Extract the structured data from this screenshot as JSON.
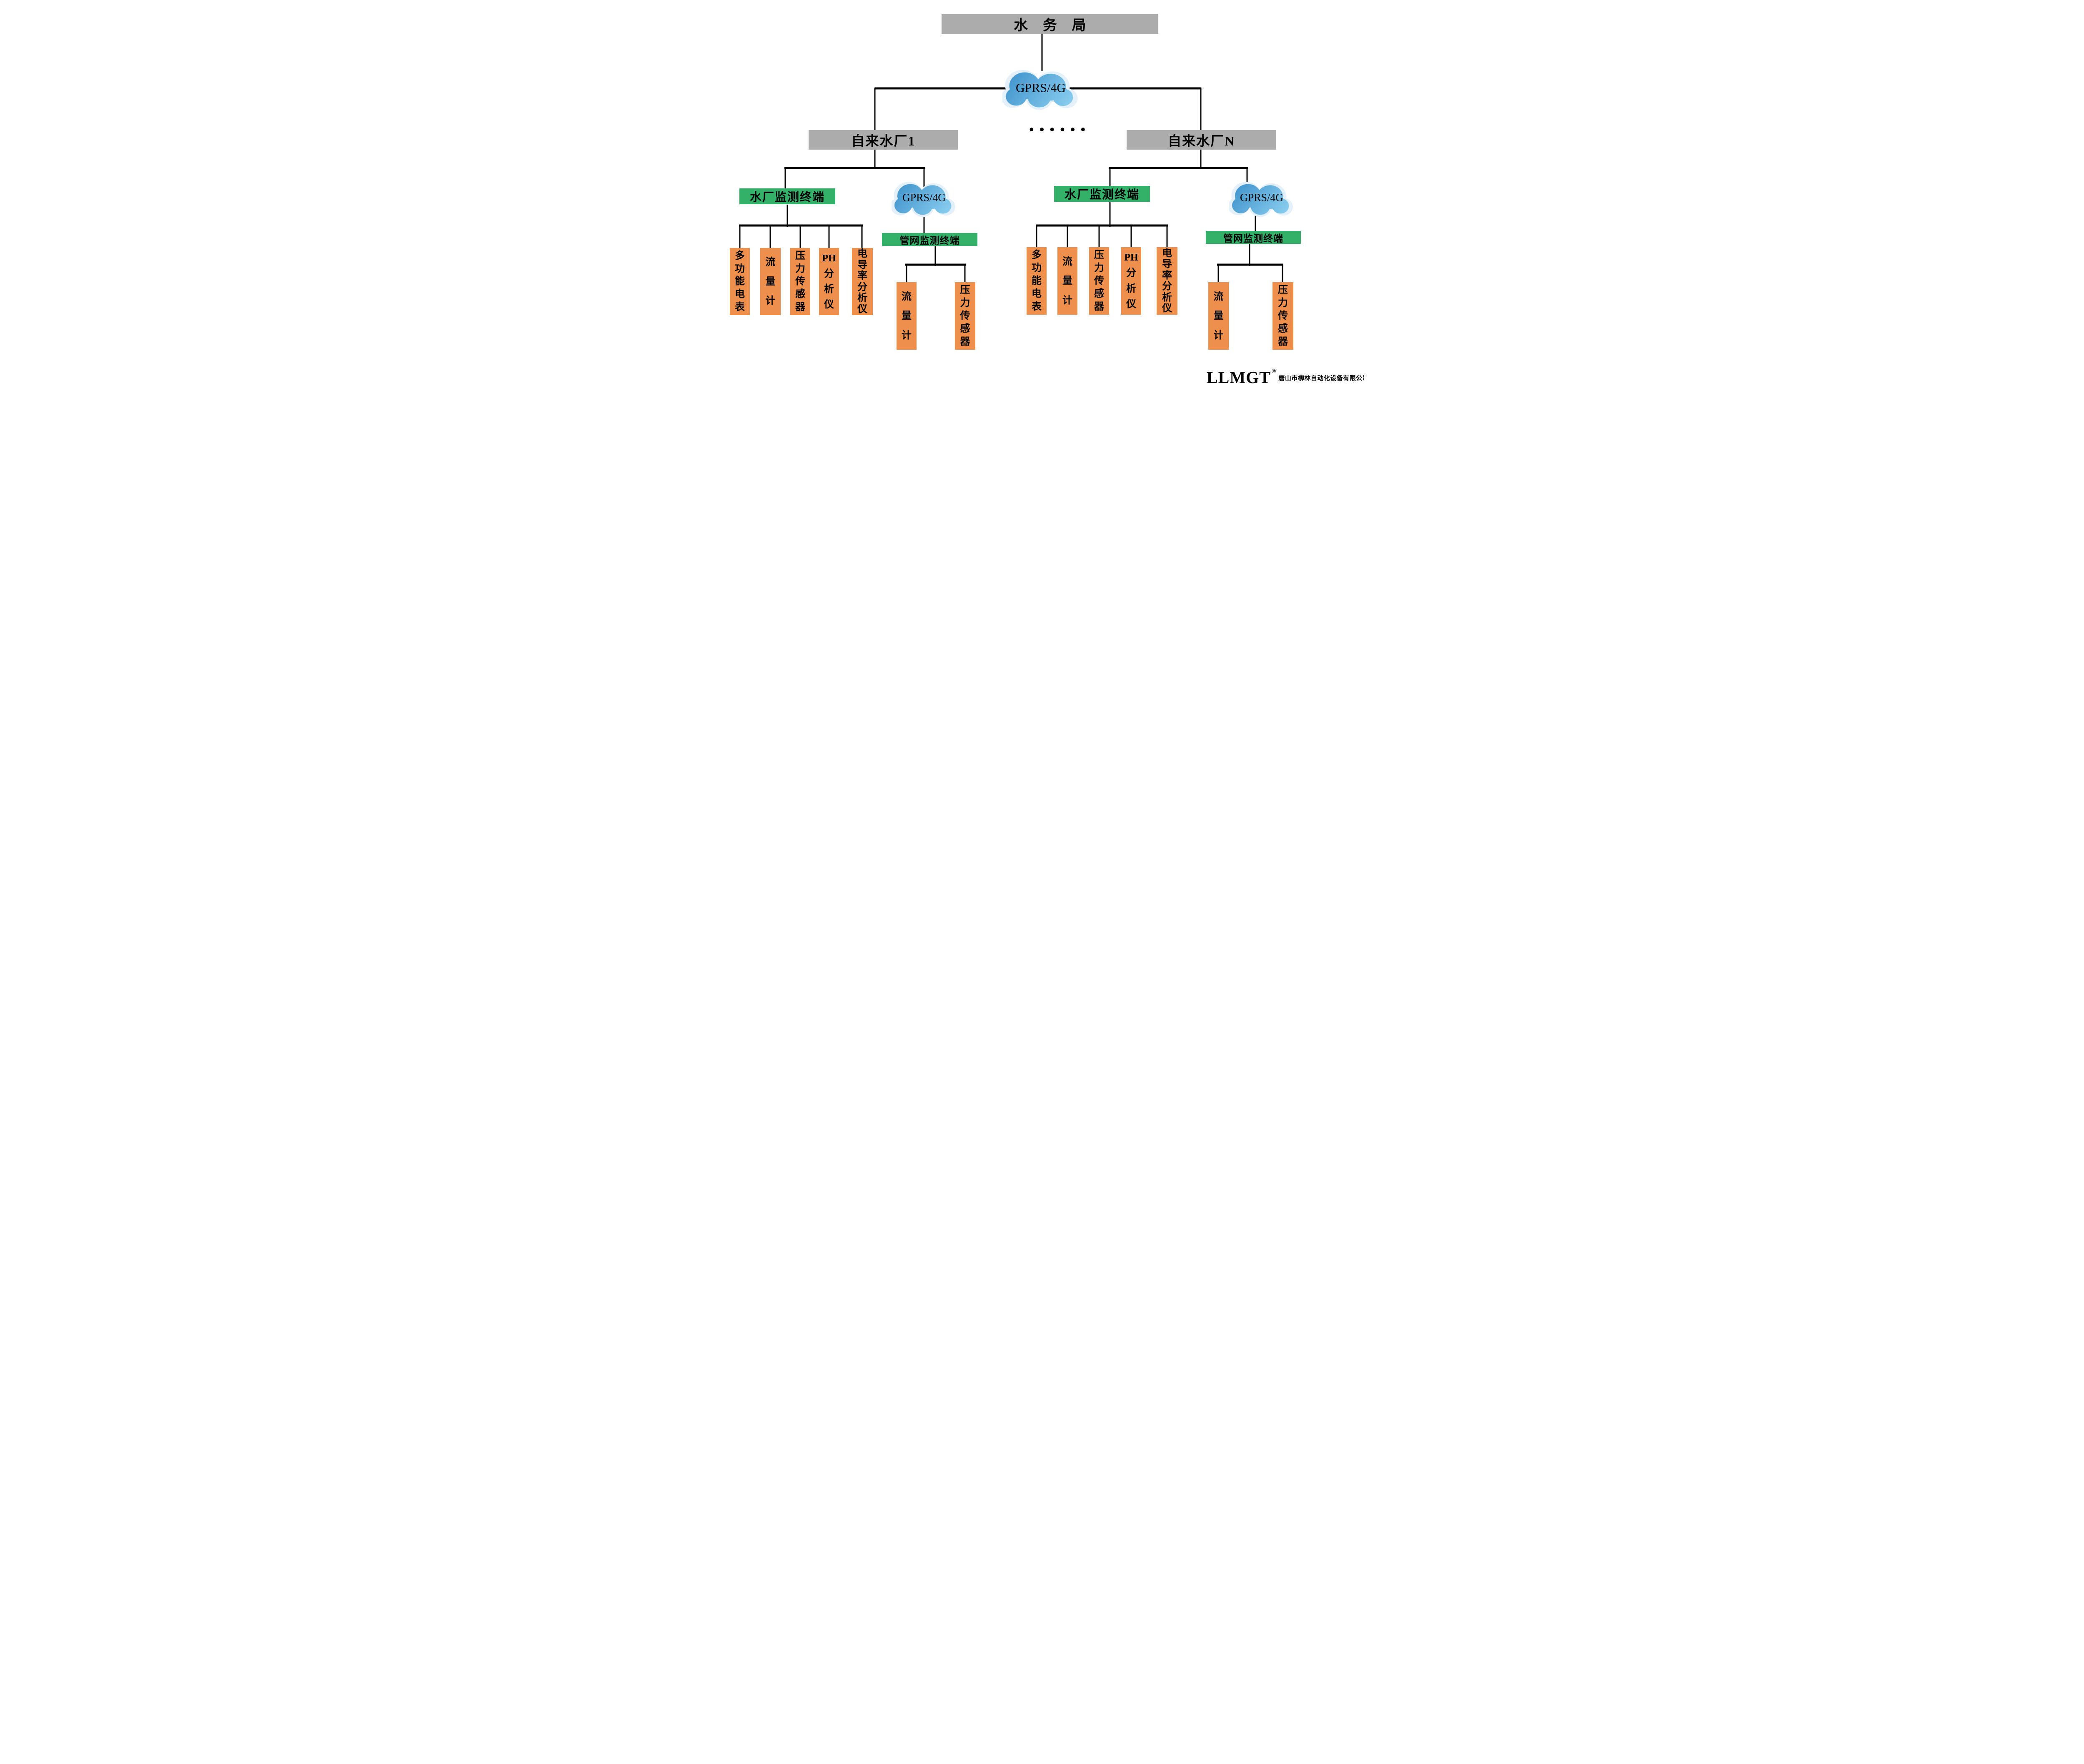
{
  "diagram": {
    "bureau": {
      "label": "水务局"
    },
    "backbone_network": {
      "label": "GPRS/4G"
    },
    "ellipsis": {
      "label": "••••••"
    },
    "plants": [
      {
        "name": "自来水厂1",
        "plant_terminal": {
          "label": "水厂监测终端"
        },
        "plant_sensors": [
          "多功能电表",
          "流量计",
          "压力传感器",
          "PH分析仪",
          "电导率分析仪"
        ],
        "field_network": {
          "label": "GPRS/4G"
        },
        "pipe_terminal": {
          "label": "管网监测终端"
        },
        "pipe_sensors": [
          "流量计",
          "压力传感器"
        ]
      },
      {
        "name": "自来水厂N",
        "plant_terminal": {
          "label": "水厂监测终端"
        },
        "plant_sensors": [
          "多功能电表",
          "流量计",
          "压力传感器",
          "PH分析仪",
          "电导率分析仪"
        ],
        "field_network": {
          "label": "GPRS/4G"
        },
        "pipe_terminal": {
          "label": "管网监测终端"
        },
        "pipe_sensors": [
          "流量计",
          "压力传感器"
        ]
      }
    ],
    "footer": {
      "brand": "LLMGT",
      "registered": "®",
      "company": "唐山市柳林自动化设备有限公司"
    },
    "colors": {
      "box_gray": "#ACACAC",
      "box_green": "#34B169",
      "box_orange": "#EE8F4C",
      "cloud_blue_dark": "#3E92CB",
      "cloud_blue_light": "#8FD2F2",
      "cloud_halo": "#E4F1FB",
      "line": "#000000"
    }
  }
}
